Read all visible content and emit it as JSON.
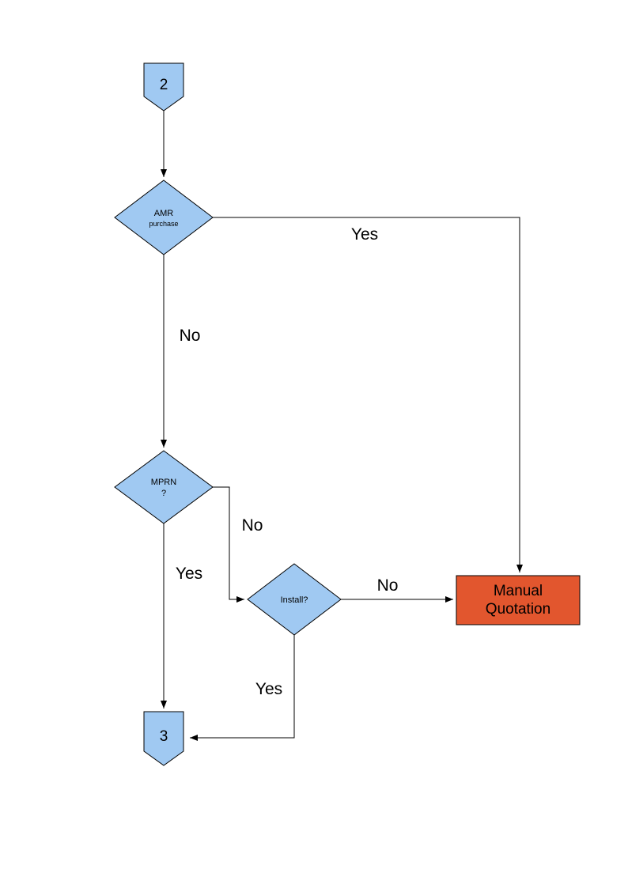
{
  "diagram": {
    "colors": {
      "node_fill": "#A0C9F2",
      "process_fill": "#E2562E",
      "line_color": "#000000"
    },
    "connector_top": {
      "label": "2"
    },
    "decision_amr": {
      "line1": "AMR",
      "line2": "purchase"
    },
    "decision_mprn": {
      "line1": "MPRN",
      "line2": "?"
    },
    "decision_install": {
      "label": "Install?"
    },
    "process_manual_quotation": {
      "line1": "Manual",
      "line2": "Quotation"
    },
    "connector_bottom": {
      "label": "3"
    },
    "edges": {
      "amr_yes": "Yes",
      "amr_no": "No",
      "mprn_no": "No",
      "mprn_yes": "Yes",
      "install_no": "No",
      "install_yes": "Yes"
    }
  }
}
